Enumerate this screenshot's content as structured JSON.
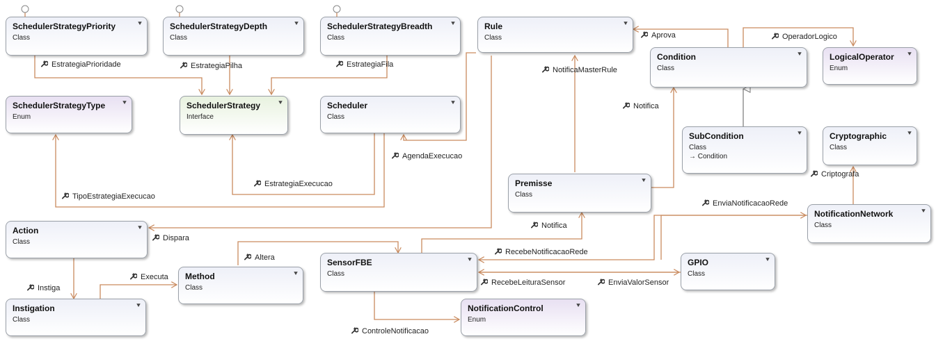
{
  "colors": {
    "connector": "#c98a5e",
    "inheritance": "#777777"
  },
  "boxes": {
    "sched_priority": {
      "name": "SchedulerStrategyPriority",
      "kind": "Class"
    },
    "sched_depth": {
      "name": "SchedulerStrategyDepth",
      "kind": "Class"
    },
    "sched_breadth": {
      "name": "SchedulerStrategyBreadth",
      "kind": "Class"
    },
    "rule": {
      "name": "Rule",
      "kind": "Class"
    },
    "condition": {
      "name": "Condition",
      "kind": "Class"
    },
    "logical_operator": {
      "name": "LogicalOperator",
      "kind": "Enum"
    },
    "sched_type": {
      "name": "SchedulerStrategyType",
      "kind": "Enum"
    },
    "sched_strategy": {
      "name": "SchedulerStrategy",
      "kind": "Interface"
    },
    "scheduler": {
      "name": "Scheduler",
      "kind": "Class"
    },
    "subcondition": {
      "name": "SubCondition",
      "kind": "Class",
      "inherits": "→ Condition"
    },
    "cryptographic": {
      "name": "Cryptographic",
      "kind": "Class"
    },
    "premisse": {
      "name": "Premisse",
      "kind": "Class"
    },
    "notification_network": {
      "name": "NotificationNetwork",
      "kind": "Class"
    },
    "action": {
      "name": "Action",
      "kind": "Class"
    },
    "sensorfbe": {
      "name": "SensorFBE",
      "kind": "Class"
    },
    "gpio": {
      "name": "GPIO",
      "kind": "Class"
    },
    "method": {
      "name": "Method",
      "kind": "Class"
    },
    "instigation": {
      "name": "Instigation",
      "kind": "Class"
    },
    "notification_control": {
      "name": "NotificationControl",
      "kind": "Enum"
    }
  },
  "labels": {
    "estrategia_prioridade": "EstrategiaPrioridade",
    "estrategia_pilha": "EstrategiaPilha",
    "estrategia_fila": "EstrategiaFila",
    "aprova": "Aprova",
    "operador_logico": "OperadorLogico",
    "notifica_master_rule": "NotificaMasterRule",
    "notifica_condition": "Notifica",
    "agenda_execucao": "AgendaExecucao",
    "estrategia_execucao": "EstrategiaExecucao",
    "tipo_estrategia_execucao": "TipoEstrategiaExecucao",
    "criptografa": "Criptografa",
    "envia_notificacao_rede": "EnviaNotificacaoRede",
    "notifica_premisse": "Notifica",
    "dispara": "Dispara",
    "altera": "Altera",
    "recebe_notificacao_rede": "RecebeNotificacaoRede",
    "executa": "Executa",
    "instiga": "Instiga",
    "recebe_leitura_sensor": "RecebeLeituraSensor",
    "envia_valor_sensor": "EnviaValorSensor",
    "controle_notificacao": "ControleNotificacao"
  },
  "icons": {
    "chevron": "double-chevron-down-icon",
    "association": "wrench-icon",
    "lollipop": "interface-lollipop-icon"
  }
}
